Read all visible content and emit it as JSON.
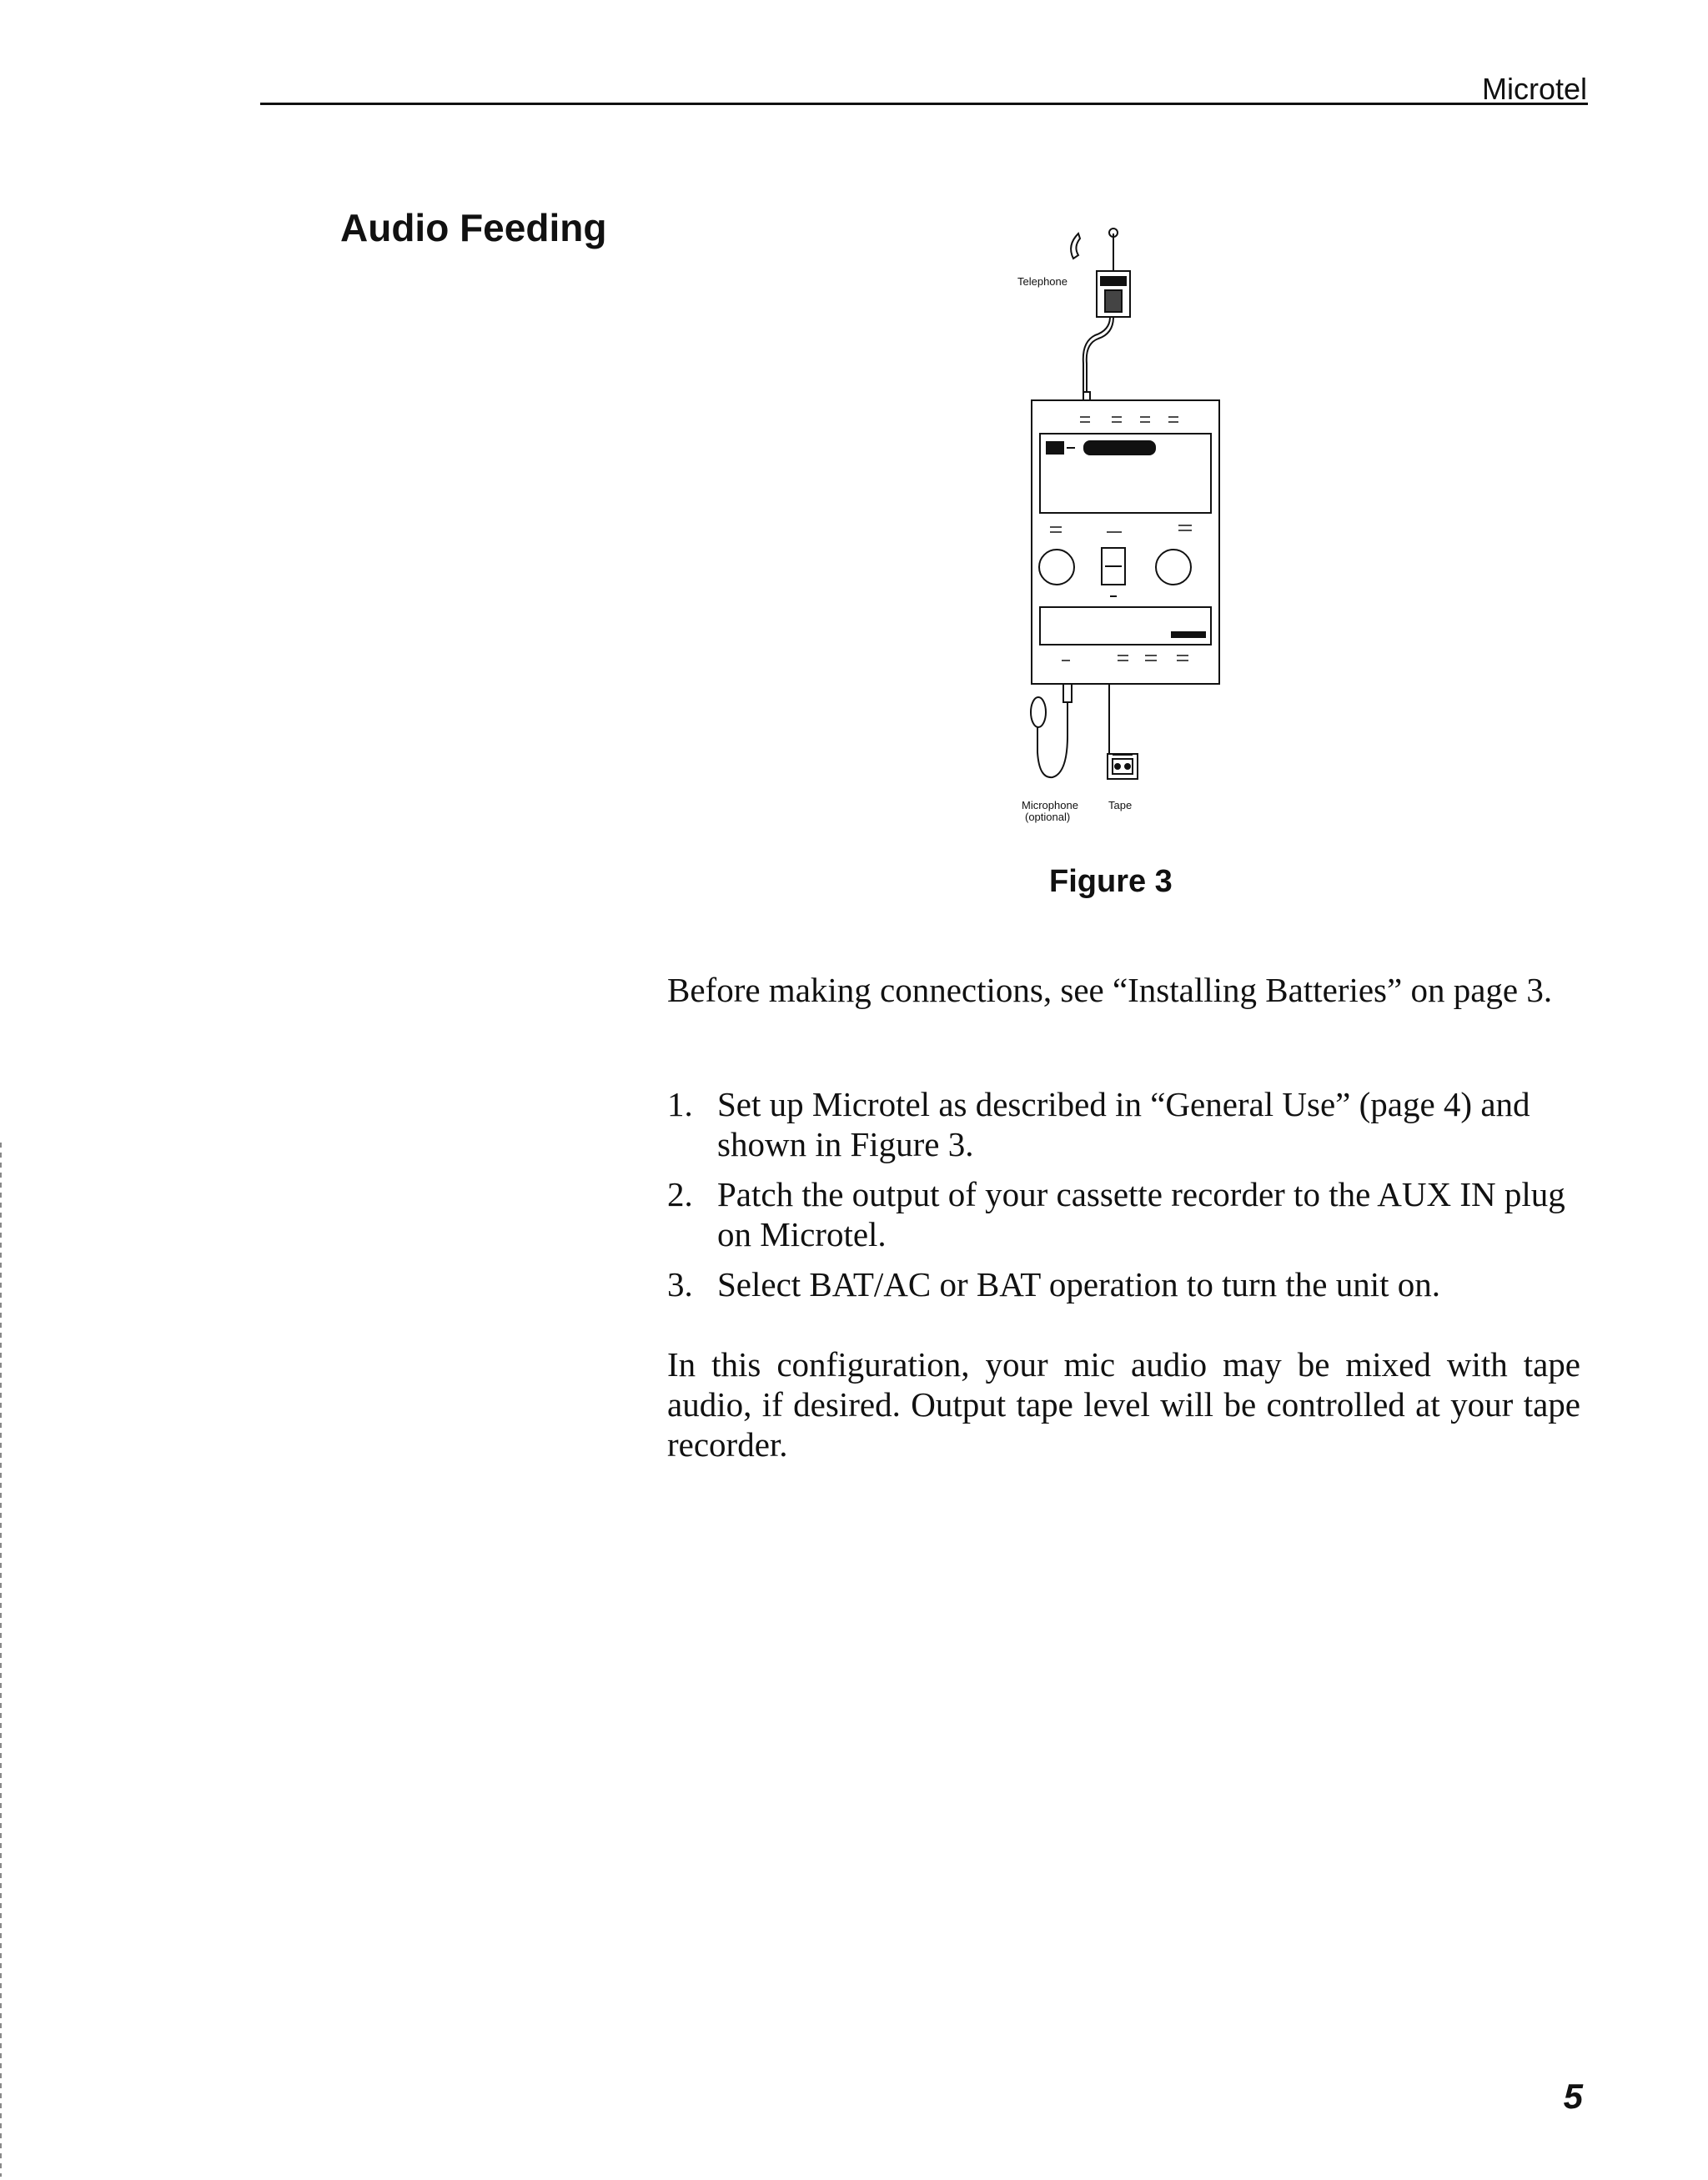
{
  "header": {
    "title": "Microtel"
  },
  "section": {
    "heading": "Audio Feeding"
  },
  "figure": {
    "caption": "Figure 3",
    "labels": {
      "telephone": "Telephone",
      "microphone": "Microphone",
      "optional": "(optional)",
      "tape": "Tape"
    }
  },
  "body": {
    "intro": "Before making connections, see “Installing Batteries” on page 3.",
    "steps": [
      {
        "num": "1.",
        "text": "Set up Microtel as described in “General Use” (page 4) and shown in Figure 3."
      },
      {
        "num": "2.",
        "text": "Patch the output of your cassette recorder to the AUX IN plug on Microtel."
      },
      {
        "num": "3.",
        "text": "Select BAT/AC or BAT operation to turn the unit on."
      }
    ],
    "closing": "In this configuration, your mic audio may be mixed with tape audio, if desired. Output tape level will be controlled at your tape recorder."
  },
  "footer": {
    "page_number": "5"
  }
}
